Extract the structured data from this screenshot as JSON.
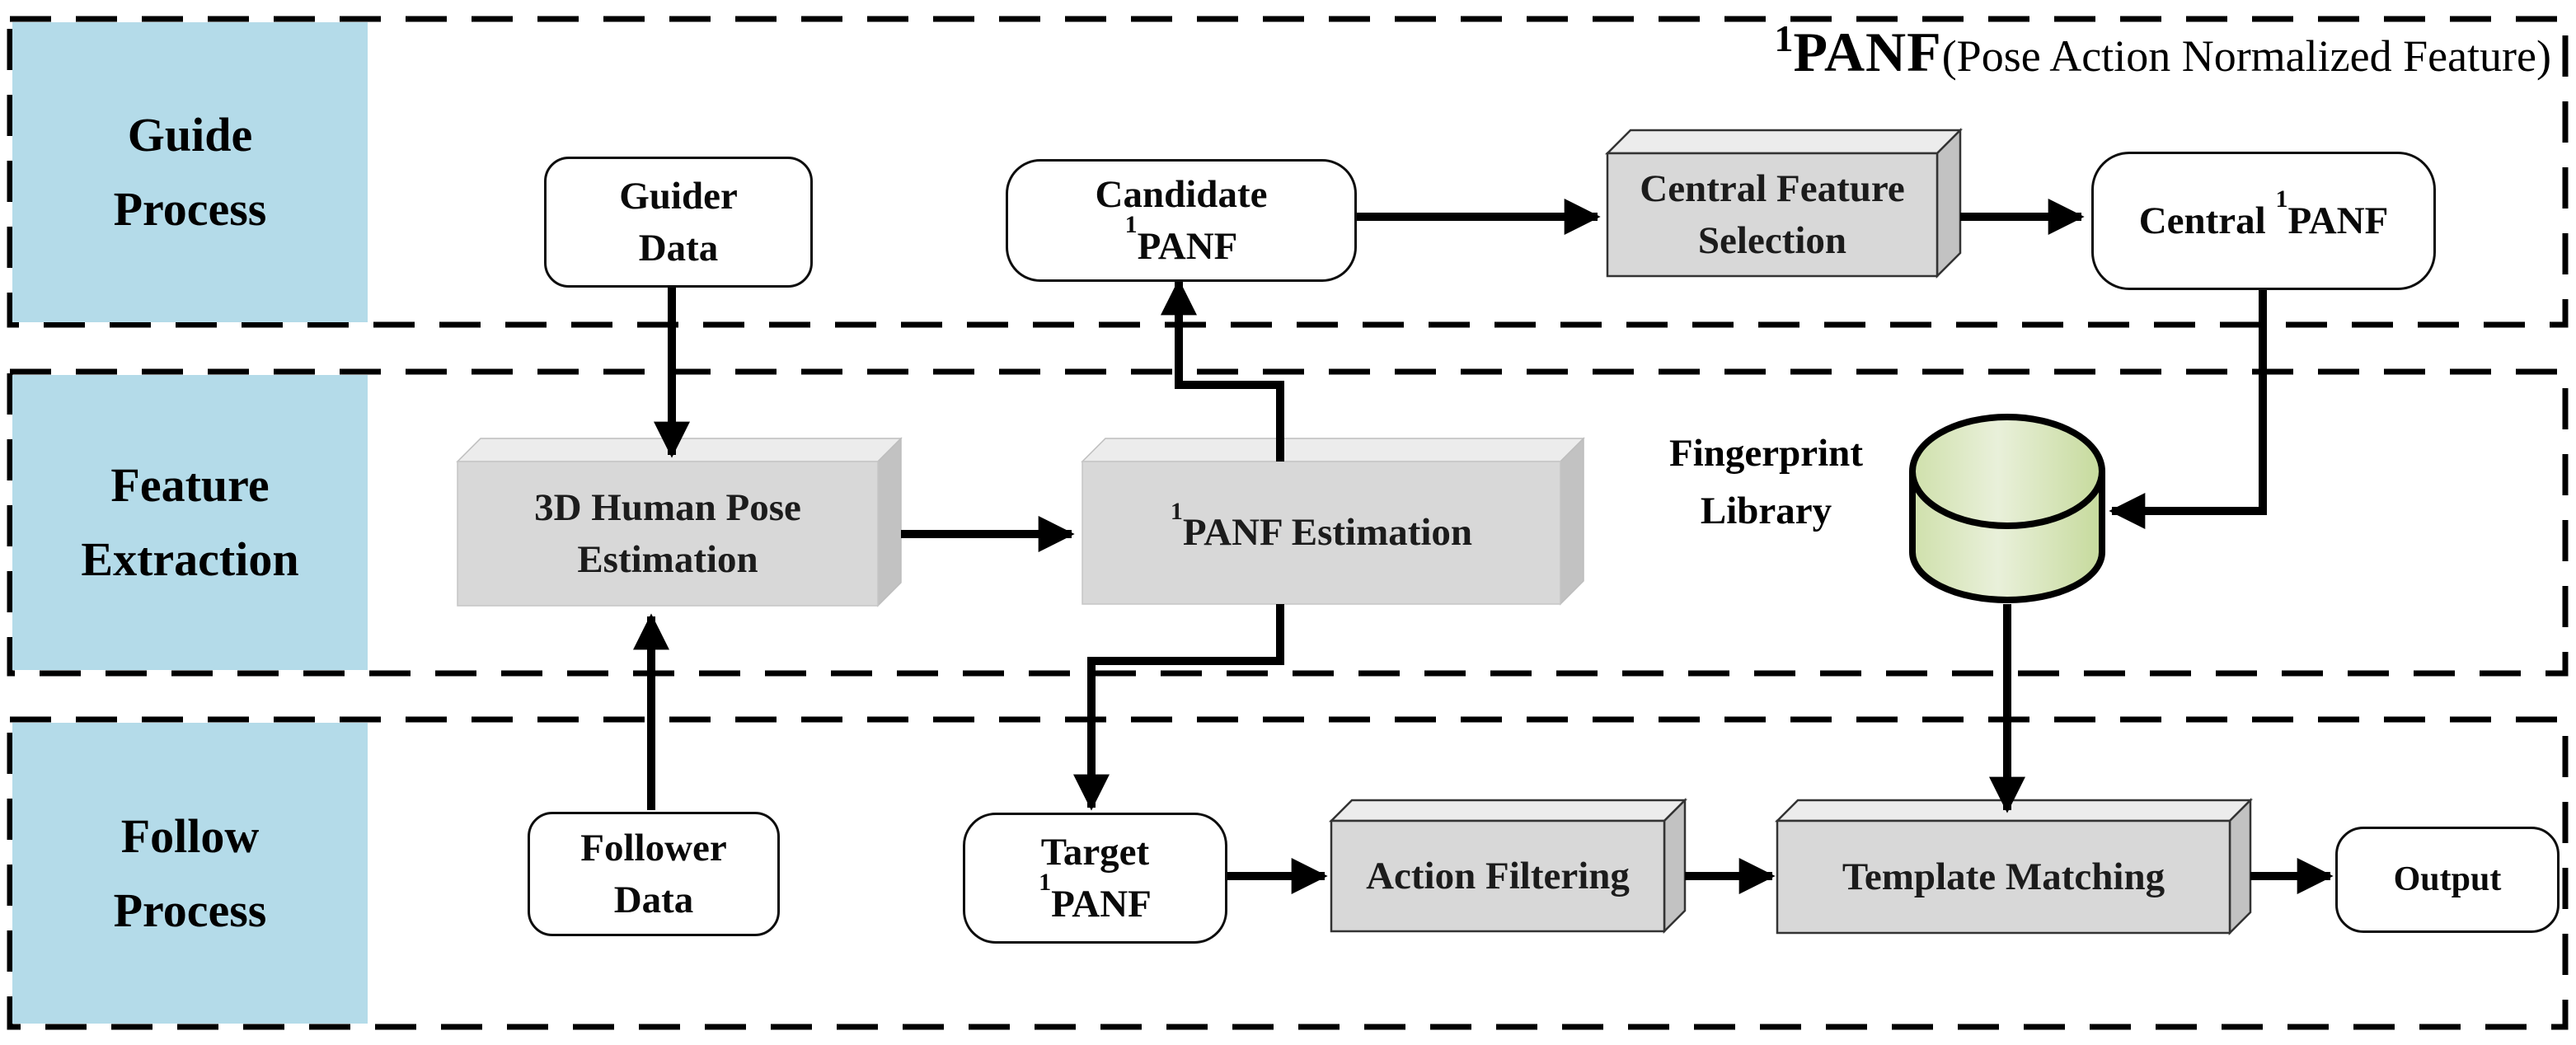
{
  "title": {
    "sup": "1",
    "name": "PANF",
    "paren": "(Pose Action Normalized Feature)"
  },
  "lanes": [
    {
      "line1": "Guide",
      "line2": "Process"
    },
    {
      "line1": "Feature",
      "line2": "Extraction"
    },
    {
      "line1": "Follow",
      "line2": "Process"
    }
  ],
  "nodes": {
    "guider_data": {
      "line1": "Guider",
      "line2": "Data"
    },
    "candidate_panf": {
      "line1": "Candidate",
      "sup": "1",
      "line2": "PANF"
    },
    "central_feature_selection": {
      "line1": "Central Feature",
      "line2": "Selection"
    },
    "central_panf": {
      "pre": "Central ",
      "sup": "1",
      "main": "PANF"
    },
    "pose_estimation": {
      "line1": "3D Human Pose",
      "line2": "Estimation"
    },
    "panf_estimation": {
      "sup": "1",
      "main": "PANF Estimation"
    },
    "fingerprint_library": {
      "line1": "Fingerprint",
      "line2": "Library"
    },
    "follower_data": {
      "line1": "Follower",
      "line2": "Data"
    },
    "target_panf": {
      "line1": "Target",
      "sup": "1",
      "line2": "PANF"
    },
    "action_filtering": {
      "label": "Action Filtering"
    },
    "template_matching": {
      "label": "Template Matching"
    },
    "output": {
      "label": "Output"
    }
  },
  "colors": {
    "lane_label_bg": "#b4dbe9",
    "box_front": "#d8d8d8",
    "box_top": "#ececec",
    "box_side": "#c2c2c2",
    "cyl_left": "#cfe0ab",
    "cyl_mid": "#e9f0da",
    "cyl_right": "#c6da9c",
    "line_color": "#000000"
  }
}
